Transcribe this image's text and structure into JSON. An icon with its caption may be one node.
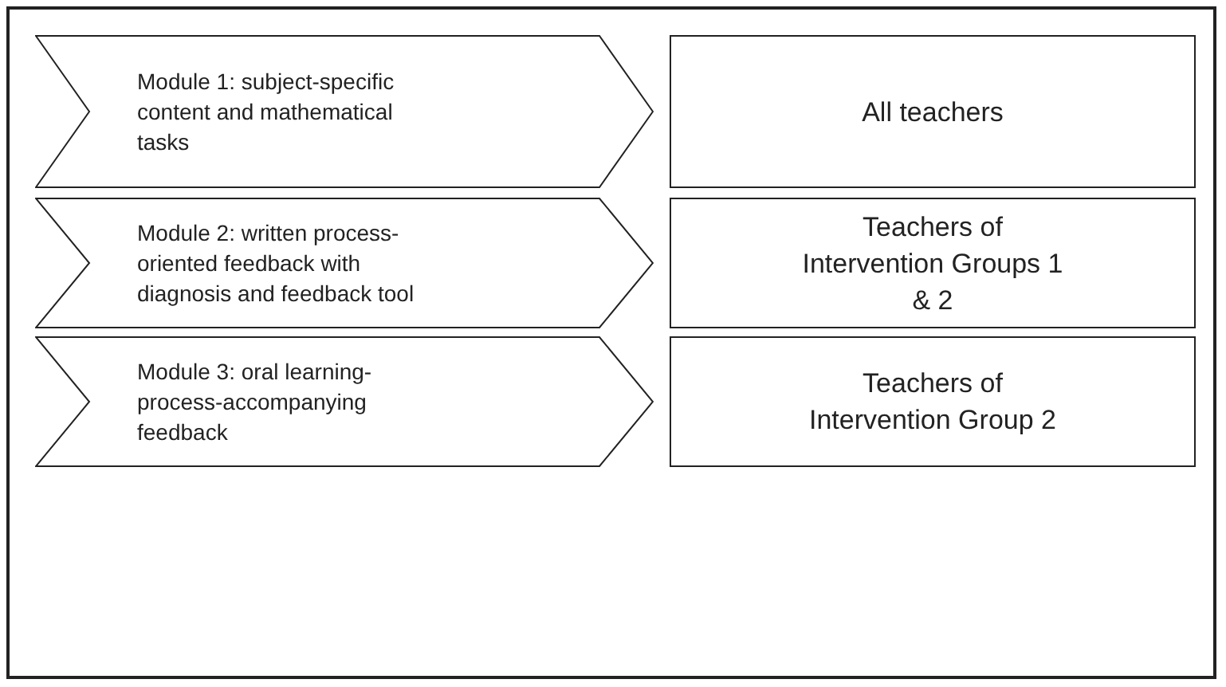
{
  "diagram": {
    "nodes": [
      {
        "text": [
          "Module 1: subject-specific content and mathematical tasks"
        ]
      },
      {
        "text": [
          "All teachers"
        ]
      },
      {
        "text": [
          "Module 2: written process-oriented feedback with diagnosis and feedback tool"
        ]
      },
      {
        "text": [
          "Teachers of Intervention Groups 1 & 2"
        ]
      },
      {
        "text": [
          "Module 3: oral learning-process-accompanying feedback"
        ]
      },
      {
        "text": [
          "Teachers of Intervention Group 2"
        ]
      }
    ]
  }
}
